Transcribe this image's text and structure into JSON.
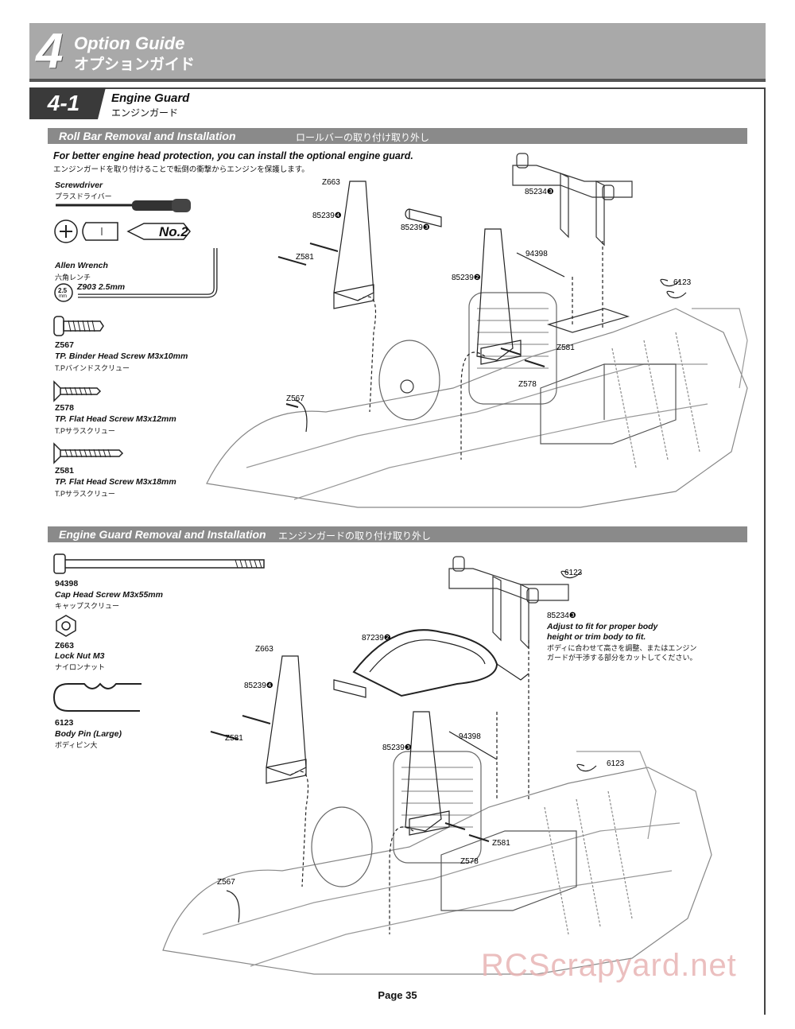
{
  "header": {
    "number": "4",
    "title": "Option Guide",
    "subtitle": "オプションガイド"
  },
  "section": {
    "number": "4-1",
    "title": "Engine Guard",
    "subtitle": "エンジンガード"
  },
  "part1": {
    "bar_en": "Roll Bar Removal and Installation",
    "bar_jp": "ロールバーの取り付け取り外し",
    "note_en": "For better engine head protection, you can install the optional engine guard.",
    "note_jp": "エンジンガードを取り付けることで転倒の衝撃からエンジンを保護します。",
    "tools": {
      "screwdriver_en": "Screwdriver",
      "screwdriver_jp": "プラスドライバー",
      "no2": "No.2",
      "allen_en": "Allen Wrench",
      "allen_jp": "六角レンチ",
      "allen_size": "2.5",
      "allen_unit": "mm",
      "allen_code": "Z903 2.5mm"
    },
    "parts": [
      {
        "code": "Z567",
        "name": "TP. Binder Head Screw M3x10mm",
        "jp": "T.Pバインドスクリュー"
      },
      {
        "code": "Z578",
        "name": "TP. Flat Head Screw M3x12mm",
        "jp": "T.Pサラスクリュー"
      },
      {
        "code": "Z581",
        "name": "TP. Flat Head Screw M3x18mm",
        "jp": "T.Pサラスクリュー"
      }
    ],
    "callouts": {
      "z663": "Z663",
      "p85239_4": "85239❹",
      "p85239_3a": "85239❸",
      "p85239_2": "85239❷",
      "p85234_3": "85234❸",
      "p94398": "94398",
      "p6123": "6123",
      "z581a": "Z581",
      "z581b": "Z581",
      "z578": "Z578",
      "z567": "Z567"
    }
  },
  "part2": {
    "bar_en": "Engine Guard Removal and Installation",
    "bar_jp": "エンジンガードの取り付け取り外し",
    "parts": [
      {
        "code": "94398",
        "name": "Cap Head Screw M3x55mm",
        "jp": "キャップスクリュー"
      },
      {
        "code": "Z663",
        "name": "Lock Nut M3",
        "jp": "ナイロンナット"
      },
      {
        "code": "6123",
        "name": "Body Pin (Large)",
        "jp": "ボディピン大"
      }
    ],
    "adjust_en1": "Adjust to fit for proper body",
    "adjust_en2": "height or trim body to fit.",
    "adjust_jp1": "ボディに合わせて高さを調整、またはエンジン",
    "adjust_jp2": "ガードが干渉する部分をカットしてください。",
    "callouts": {
      "p6123a": "6123",
      "p85234_3": "85234❸",
      "p87239_2": "87239❷",
      "z663": "Z663",
      "p85239_4": "85239❹",
      "z581a": "Z581",
      "p94398": "94398",
      "p85239_3": "85239❸",
      "p6123b": "6123",
      "z581b": "Z581",
      "z578": "Z578",
      "z567": "Z567"
    }
  },
  "footer": {
    "page": "Page 35",
    "watermark": "RCScrapyard.net"
  }
}
